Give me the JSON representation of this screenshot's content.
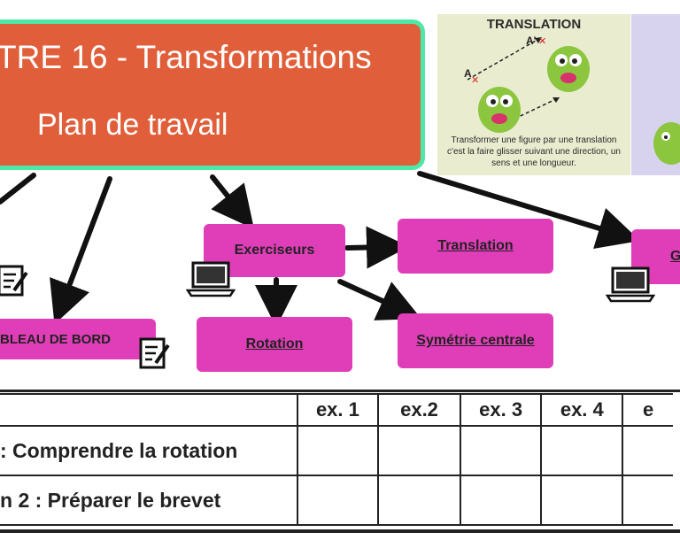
{
  "title": {
    "line1": "TRE 16 - Transformations",
    "line2": "Plan de travail"
  },
  "card": {
    "title": "TRANSLATION",
    "point_a": "A",
    "point_a_prime": "A'",
    "caption": "Transformer une figure par une translation c'est la faire glisser suivant une direction, un sens et une longueur."
  },
  "map": {
    "tableau_de_bord": "BLEAU DE BORD",
    "exerciseurs": "Exerciseurs",
    "translation": "Translation",
    "rotation": "Rotation",
    "symetrie_centrale": "Symétrie centrale",
    "partial_right": "G"
  },
  "table": {
    "headers": [
      "",
      "ex. 1",
      "ex.2",
      "ex. 3",
      "ex. 4",
      "e"
    ],
    "rows": [
      ": Comprendre la rotation",
      "n 2 : Préparer le brevet"
    ]
  },
  "colors": {
    "title_bg": "#e05f3a",
    "title_border": "#4ee8a6",
    "node_bg": "#e03eb8",
    "monster": "#8cc63f"
  }
}
